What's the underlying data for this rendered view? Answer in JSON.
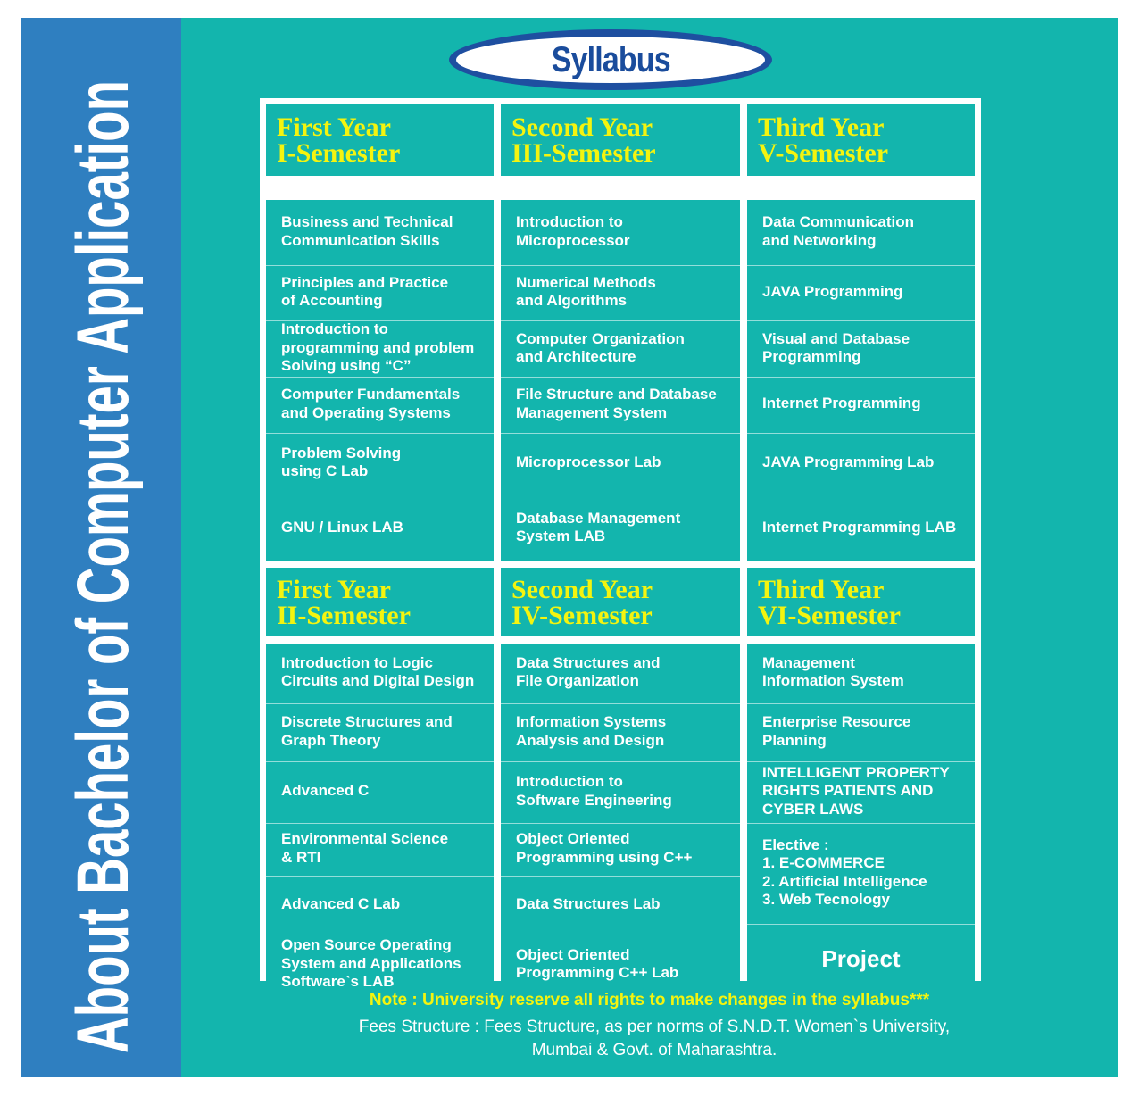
{
  "sidebar": {
    "title": "About Bachelor of Computer Application"
  },
  "header": {
    "title": "Syllabus"
  },
  "top": [
    {
      "year": "First Year",
      "semester": "I-Semester",
      "subjects": [
        "Business and Technical\nCommunication Skills",
        "Principles and Practice\nof Accounting",
        "Introduction to\nprogramming and problem\nSolving using “C”",
        "Computer Fundamentals\nand Operating Systems",
        "Problem Solving\nusing C Lab",
        "GNU / Linux LAB"
      ]
    },
    {
      "year": "Second Year",
      "semester": "III-Semester",
      "subjects": [
        "Introduction to\n Microprocessor",
        "Numerical Methods\nand Algorithms",
        "Computer Organization\nand Architecture",
        "File Structure and Database\nManagement System",
        "Microprocessor Lab",
        "Database Management\nSystem LAB"
      ]
    },
    {
      "year": "Third Year",
      "semester": "V-Semester",
      "subjects": [
        "Data Communication\nand Networking",
        "JAVA Programming",
        "Visual and Database\nProgramming",
        "Internet Programming",
        "JAVA Programming Lab",
        "Internet Programming LAB"
      ]
    }
  ],
  "bottom": [
    {
      "year": "First Year",
      "semester": "II-Semester",
      "subjects": [
        "Introduction to Logic\nCircuits and Digital Design",
        "Discrete Structures and\nGraph Theory",
        "Advanced C",
        "Environmental Science\n& RTI",
        "Advanced C Lab",
        "Open Source Operating\nSystem and Applications\nSoftware`s LAB"
      ]
    },
    {
      "year": "Second Year",
      "semester": "IV-Semester",
      "subjects": [
        "Data Structures and\nFile Organization",
        "Information Systems\nAnalysis and Design",
        "Introduction to\nSoftware Engineering",
        "Object Oriented\nProgramming using C++",
        "Data Structures Lab",
        "Object Oriented\nProgramming C++ Lab"
      ]
    },
    {
      "year": "Third Year",
      "semester": "VI-Semester",
      "subjects": [
        "Management\nInformation System",
        "Enterprise Resource\nPlanning",
        "INTELLIGENT PROPERTY\nRIGHTS PATIENTS AND\nCYBER LAWS",
        "Elective :\n1. E-COMMERCE\n2. Artificial Intelligence\n3. Web Tecnology",
        "Project"
      ]
    }
  ],
  "footer": {
    "note": "Note : University reserve all rights to make changes in the syllabus***",
    "fees": "Fees Structure : Fees Structure, as per norms of S.N.D.T. Women`s University,\nMumbai & Govt. of Maharashtra."
  }
}
